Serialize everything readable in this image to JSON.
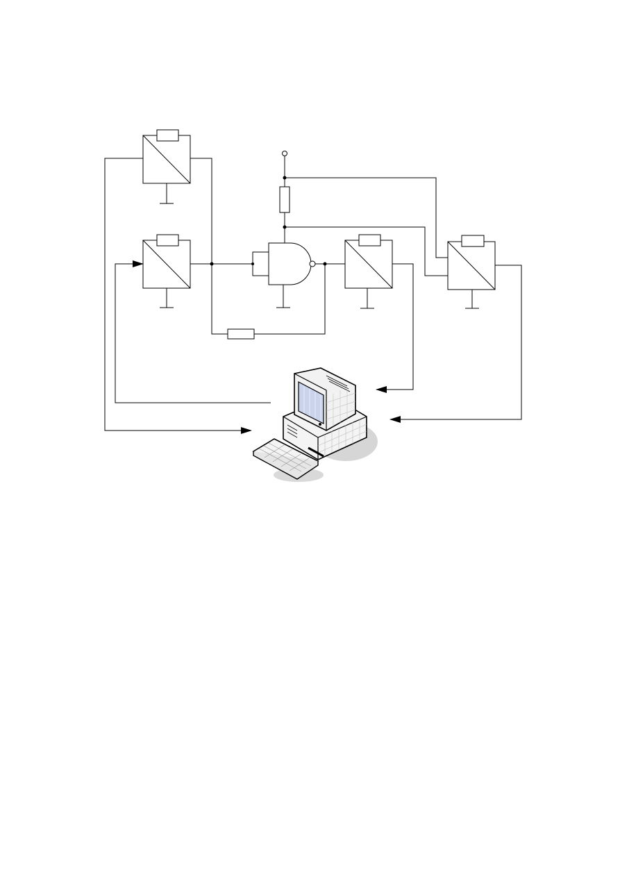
{
  "diagram": {
    "kind": "circuit-schematic",
    "components": [
      {
        "name": "converter-top-left",
        "type": "converter",
        "has_resistor": true,
        "grounded": true
      },
      {
        "name": "converter-mid-left",
        "type": "converter",
        "has_resistor": true,
        "grounded": true
      },
      {
        "name": "nand-gate",
        "type": "nand-gate",
        "grounded": true
      },
      {
        "name": "converter-mid-right",
        "type": "converter",
        "has_resistor": true,
        "grounded": true
      },
      {
        "name": "converter-far-right",
        "type": "converter",
        "has_resistor": true,
        "grounded": true
      },
      {
        "name": "pull-up-resistor",
        "type": "resistor"
      },
      {
        "name": "feedback-resistor",
        "type": "resistor"
      },
      {
        "name": "supply-terminal",
        "type": "terminal"
      },
      {
        "name": "computer",
        "type": "computer"
      },
      {
        "name": "keyboard",
        "type": "keyboard"
      }
    ],
    "colors": {
      "line": "#000000",
      "screen": "#c9d3ec",
      "shadow": "#d4d4d4",
      "case": "#f2f2f2"
    }
  }
}
